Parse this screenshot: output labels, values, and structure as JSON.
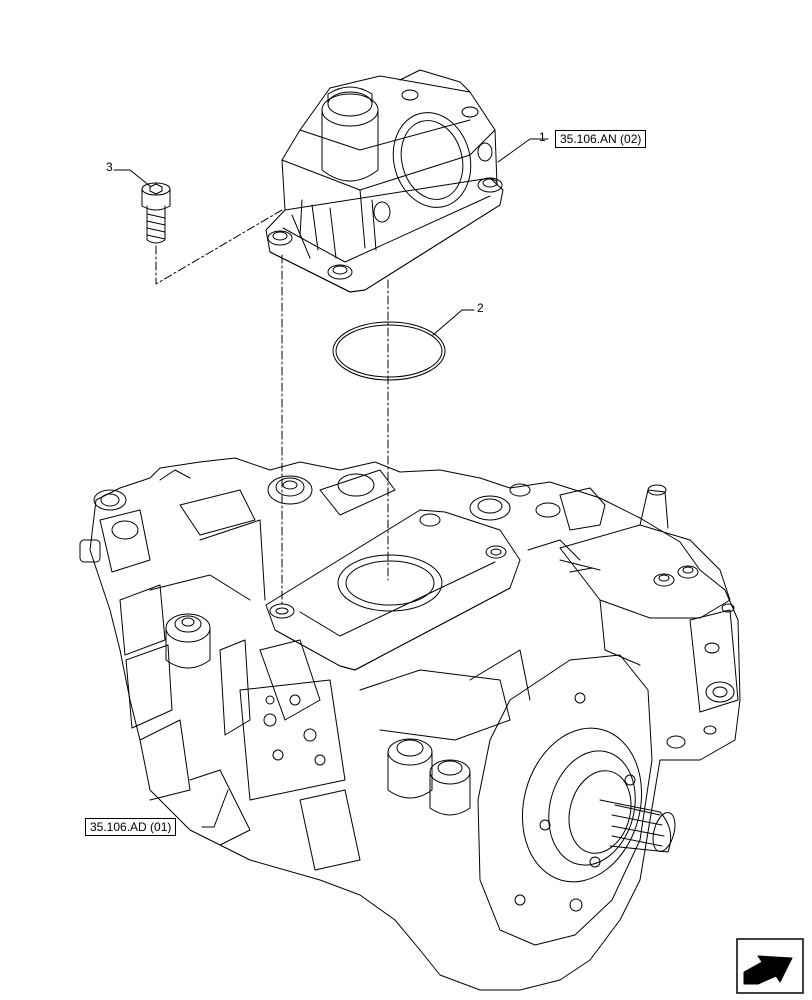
{
  "callouts": [
    {
      "number": "1",
      "ref": "35.106.AN (02)"
    },
    {
      "number": "2"
    },
    {
      "number": "3"
    }
  ],
  "main_ref": "35.106.AD (01)",
  "icons": {
    "navigation": "arrow-nav-icon"
  }
}
